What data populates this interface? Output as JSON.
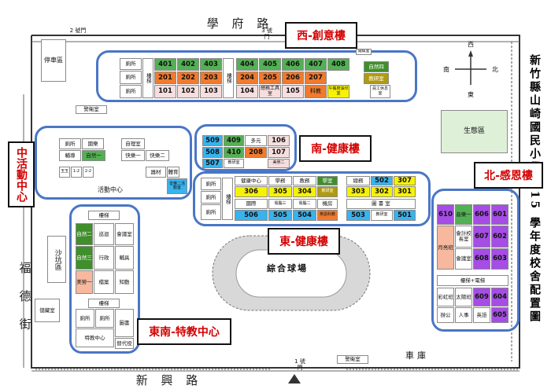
{
  "title": "新竹縣山崎國民小學 115 學年度校舍配置圖",
  "roads": {
    "north": "學 府 路",
    "south": "新 興 路",
    "west": "福 德 街"
  },
  "gates": {
    "gate1": "1 號門",
    "gate2": "2 號門",
    "gate3": "3 號門"
  },
  "compass": {
    "west": "西",
    "east": "東",
    "south": "南",
    "north": "北"
  },
  "labels": {
    "west_creative": "西-創意樓",
    "south_health": "南-健康樓",
    "east_health": "東-健康樓",
    "north_gratitude": "北-感恩樓",
    "center_activity": "中活動中心",
    "se_special": "東南-特教中心"
  },
  "areas": {
    "parking": "停車區",
    "guard": "警衛室",
    "ecology": "生態區",
    "field": "綜合球場",
    "sandpit": "沙坑區",
    "storage": "儲藏室",
    "garage": "車庫",
    "guard2": "警衛室"
  },
  "west": {
    "toilet": "廁所",
    "stairs1": "樓梯",
    "stairs2": "樓梯",
    "r_401": "401",
    "r_402": "402",
    "r_403": "403",
    "r_201": "201",
    "r_202": "202",
    "r_203": "203",
    "r_101": "101",
    "r_102": "102",
    "r_103": "103",
    "r_404": "404",
    "r_405": "405",
    "r_406": "406",
    "r_407": "407",
    "r_408": "408",
    "r_204": "204",
    "r_205": "205",
    "r_206": "206",
    "r_207": "207",
    "r_104": "104",
    "r_tools": "總務工具室",
    "r_105": "105",
    "r_science": "科教",
    "r_kitchen": "午餐廚油印室",
    "r_nature1": "自然四",
    "r_teacher": "教研室",
    "r_rest": "員工休息室",
    "r_store": "儲藏室"
  },
  "south": {
    "r_509": "509",
    "r_409": "409",
    "r_multi": "多元",
    "r_106": "106",
    "r_508": "508",
    "r_410": "410",
    "r_208": "208",
    "r_107": "107",
    "r_507": "507",
    "r_teacher": "教研室",
    "r_art": "美勞二",
    "toilet": "廁所",
    "stairs": "樓梯"
  },
  "east": {
    "toilet": "廁所",
    "stairs": "樓梯",
    "r_health": "健康中心",
    "r_academic": "學務",
    "r_teaching": "教務",
    "r_study": "學室",
    "r_306": "306",
    "r_305": "305",
    "r_304": "304",
    "r_teacher1": "教研室",
    "r_general": "總務",
    "r_502": "502",
    "r_307": "307",
    "r_303": "303",
    "r_302": "302",
    "r_301": "301",
    "r_intl": "國際",
    "r_comp3": "電腦三",
    "r_comp2": "電腦二",
    "r_room": "機房",
    "r_eng": "英語科教",
    "r_lib": "圖 書 室",
    "r_506": "506",
    "r_505": "505",
    "r_504": "504",
    "r_503": "503",
    "r_teacher2": "教研室",
    "r_501": "501"
  },
  "north": {
    "r_610": "610",
    "r_music": "音樂一",
    "r_606": "606",
    "r_601": "601",
    "r_meeting": "會計校長室",
    "r_607": "607",
    "r_602": "602",
    "r_moon": "月亮班",
    "r_meeting2": "會議室",
    "r_608": "608",
    "r_603": "603",
    "stairs_elevator": "樓梯+電梯",
    "r_rainbow": "彩虹班",
    "r_sun": "太陽班",
    "r_609": "609",
    "r_604": "604",
    "r_office": "辦公",
    "r_personnel": "人事",
    "r_english": "英語",
    "r_605": "605"
  },
  "activity": {
    "toilet": "廁所",
    "r_mandarin": "國樂",
    "r_counsel": "輔導",
    "r_nature1": "自然一",
    "r_selfmgmt": "自理室",
    "r_happy1": "快樂一",
    "r_happy2": "快樂二",
    "r_equip": "器材",
    "r_gym": "體育",
    "r_music2": "音樂二活動室",
    "r_activity": "活動中心",
    "r_s1": "玉玉",
    "r_12": "1-2",
    "r_22": "2-2"
  },
  "special": {
    "stairs1": "樓梯",
    "r_nature2": "自然二",
    "r_patrol": "巡迴",
    "r_meeting": "會議室",
    "r_nature3": "自然三",
    "r_admin": "行政",
    "r_aids": "輔具",
    "r_art1": "美勞一",
    "r_files": "檔案",
    "r_know": "知動",
    "stairs2": "樓梯",
    "toilet1": "廁所",
    "toilet2": "廁所",
    "r_lib": "圖書",
    "r_center": "特教中心",
    "r_sub": "替代役"
  }
}
